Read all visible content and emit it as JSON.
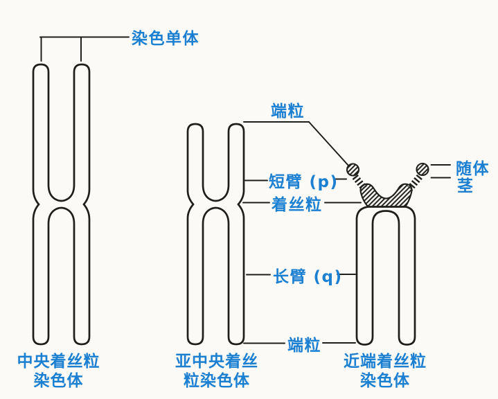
{
  "figure": {
    "title_semantic": "chromosome-morphology-diagram",
    "background_color": "#fbfaf6",
    "line_color": "#1e1e1c",
    "label_color": "#1b7fd2"
  },
  "labels": {
    "chromatid": "染色单体",
    "telomere_top": "端粒",
    "short_arm": "短臂 (p)",
    "centromere": "着丝粒",
    "satellite": "随体",
    "stalk": "茎",
    "long_arm": "长臂 (q)",
    "telomere_bottom": "端粒"
  },
  "captions": {
    "metacentric": {
      "line1": "中央着丝粒",
      "line2": "染色体"
    },
    "submetacentric": {
      "line1": "亚中央着丝",
      "line2": "粒染色体"
    },
    "acrocentric": {
      "line1": "近端着丝粒",
      "line2": "染色体"
    }
  }
}
